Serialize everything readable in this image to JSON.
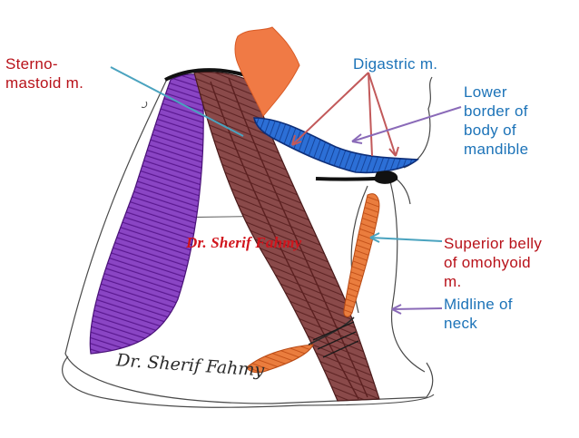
{
  "labels": {
    "sternomastoid": "Sterno-\nmastoid m.",
    "digastric": "Digastric m.",
    "lower_border": "Lower\nborder of\nbody of\nmandible",
    "superior_belly": "Superior belly\nof omohyoid\nm.",
    "midline": "Midline of\nneck"
  },
  "watermark": "Dr. Sherif Fahmy",
  "signature": "Dr. Sherif Fahmy",
  "colors": {
    "label_red": "#b8121a",
    "label_blue": "#1c73b8",
    "sternomastoid_muscle": "#7a3535",
    "trapezius_muscle": "#6a1fa0",
    "digastric_muscle": "#1f5fc8",
    "omohyoid_muscle": "#e06a28",
    "parotid": "#f07a45",
    "pointer_teal": "#4aa3bf",
    "pointer_purple": "#8a6ab8",
    "pointer_red": "#c2595a"
  }
}
